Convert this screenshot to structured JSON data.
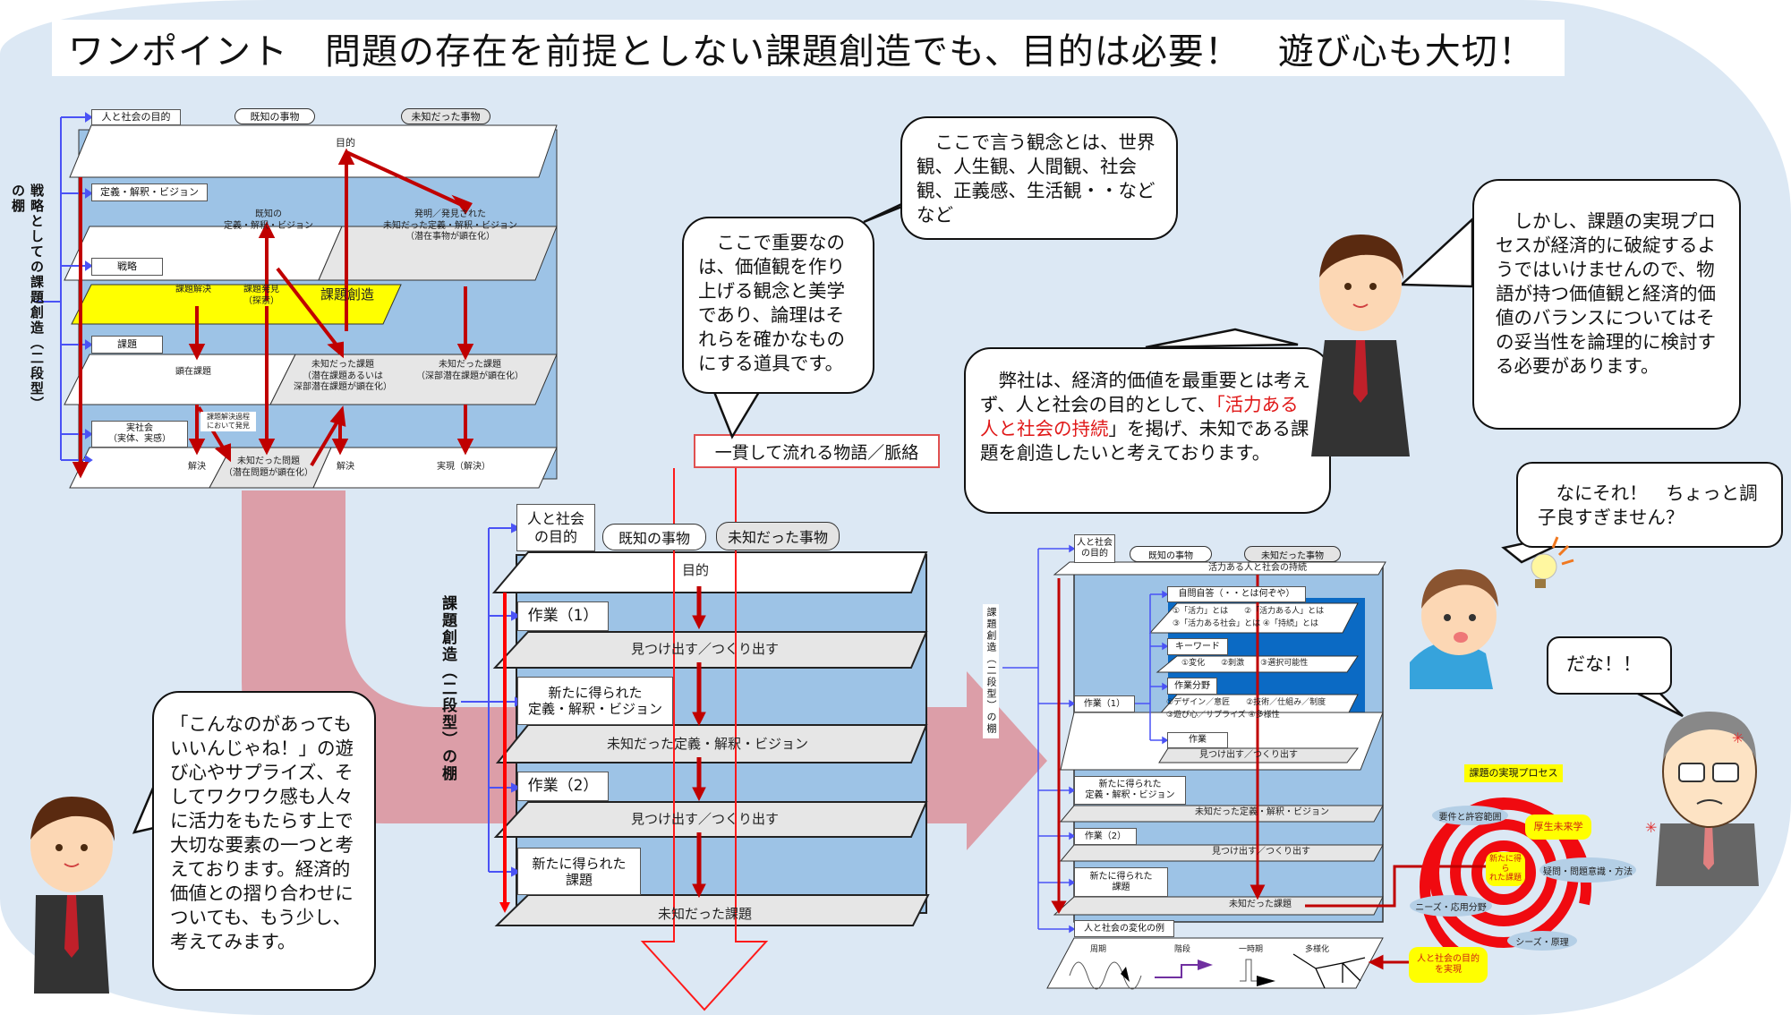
{
  "title": "ワンポイント　問題の存在を前提としない課題創造でも、目的は必要！　遊び心も大切！",
  "colors": {
    "background": "#dce8f4",
    "shelf_blue": "#9dc3e6",
    "shelf_dark_blue": "#0b6ac4",
    "arrow_red": "#c00000",
    "connector_blue": "#4a52f5",
    "highlight_yellow": "#ffff00",
    "flow_pink": "#dc9ea8",
    "accent_red_text": "#e01818"
  },
  "diagram_top_left": {
    "vertical_label": "戦略としての課題創造（二段型）の棚",
    "header_tab": "人と社会の目的",
    "column_known": "既知の事物",
    "column_unknown": "未知だった事物",
    "row_purpose": "目的",
    "tab_definition": "定義・解釈・ビジョン",
    "known_definition": "既知の\n定義・解釈・ビジョン",
    "unknown_definition": "発明／発見された\n未知だった定義・解釈・ビジョン\n（潜在事物が顕在化）",
    "tab_strategy": "戦略",
    "strategy_solve": "課題解決",
    "strategy_discover": "課題発見\n（探索）",
    "strategy_create": "課題創造",
    "tab_issue": "課題",
    "issue_apparent": "顕在課題",
    "issue_unknown_1": "未知だった課題\n（潜在課題あるいは\n深部潜在課題が顕在化）",
    "issue_unknown_2": "未知だった課題\n（深部潜在課題が顕在化）",
    "tab_real": "実社会\n（実体、実感）",
    "note_discovered": "課題解決過程\nにおいて発見",
    "real_solve_1": "解決",
    "real_unknown_problem": "未知だった問題\n（潜在問題が顕在化）",
    "real_solve_2": "解決",
    "real_realize": "実現（解決）"
  },
  "diagram_center": {
    "vertical_label": "課題創造（二段型）の棚",
    "header_tab": "人と社会\nの目的",
    "column_known": "既知の事物",
    "column_unknown": "未知だった事物",
    "row_purpose": "目的",
    "tab_work1": "作業（1）",
    "row_find1": "見つけ出す／つくり出す",
    "tab_new_definition": "新たに得られた\n定義・解釈・ビジョン",
    "row_unknown_definition": "未知だった定義・解釈・ビジョン",
    "tab_work2": "作業（2）",
    "row_find2": "見つけ出す／つくり出す",
    "tab_new_issue": "新たに得られた\n課題",
    "row_unknown_issue": "未知だった課題"
  },
  "story_box": "一貫して流れる物語／脈絡",
  "diagram_right": {
    "vertical_label": "課題創造（二段型）の棚",
    "header_tab": "人と社会\nの目的",
    "column_known": "既知の事物",
    "column_unknown": "未知だった事物",
    "row_purpose": "活力ある人と社会の持続",
    "tab_self_question": "自問自答（・・とは何ぞや）",
    "self_question_items": "①「活力」とは　　②「活力ある人」とは\n③「活力ある社会」とは ④「持続」とは",
    "tab_keyword": "キーワード",
    "keyword_items": "①変化　　②刺激　　③選択可能性",
    "tab_field": "作業分野",
    "field_items": "①デザイン／意匠　　②技術／仕組み／制度\n③遊び心／サプライズ ④多様性",
    "tab_work1": "作業（1）",
    "tab_work": "作業",
    "row_find1": "見つけ出す／つくり出す",
    "tab_new_definition": "新たに得られた\n定義・解釈・ビジョン",
    "row_unknown_definition": "未知だった定義・解釈・ビジョン",
    "tab_work2": "作業（2）",
    "row_find2": "見つけ出す／つくり出す",
    "tab_new_issue": "新たに得られた\n課題",
    "row_unknown_issue": "未知だった課題",
    "tab_change_examples": "人と社会の変化の例",
    "change_examples": [
      "周期",
      "階段",
      "一時期",
      "多様化"
    ]
  },
  "spiral": {
    "title": "課題の実現プロセス",
    "center": "新たに得ら\nれた課題",
    "yellow_top": "厚生未来学",
    "yellow_bottom": "人と社会の目的\nを実現",
    "labels": [
      "要件と許容範囲",
      "疑問・問題意識・方法",
      "ニーズ・応用分野",
      "シーズ・原理"
    ]
  },
  "bubbles": {
    "concepts": "　ここで言う観念とは、世界観、人生観、人間観、社会観、正義感、生活観・・などなど",
    "important": "　ここで重要なのは、価値観を作り上げる観念と美学であり、論理はそれらを確かなものにする道具です。",
    "company_pre": "　弊社は、経済的価値を最重要とは考えず、人と社会の目的として、",
    "company_red": "「活力ある人と社会の持続",
    "company_post": "」を掲げ、未知である課題を創造したいと考えております。",
    "however": "　しかし、課題の実現プロセスが経済的に破綻するようではいけませんので、物語が持つ価値観と経済的価値のバランスについてはその妥当性を論理的に検討する必要があります。",
    "playful": "「こんなのがあってもいいんじゃね！」の遊び心やサプライズ、そしてワクワク感も人々に活力をもたらす上で大切な要素の一つと考えております。経済的価値との摺り合わせについても、もう少し、考えてみます。",
    "woman": "　なにそれ！　ちょっと調子良すぎません？",
    "boss": "だな！！"
  }
}
